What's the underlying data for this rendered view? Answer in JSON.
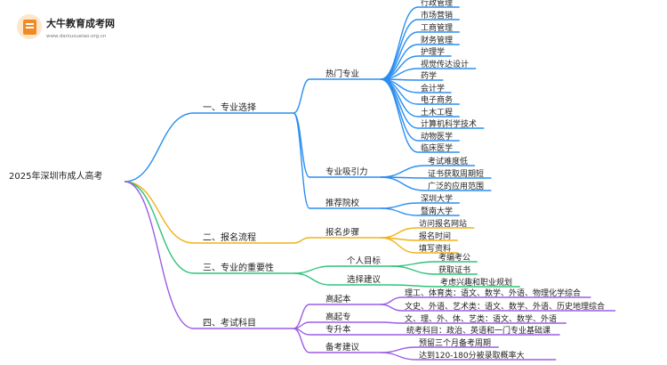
{
  "logo": {
    "title": "大牛教育成考网",
    "url": "www.daniuxueiao.org.cn"
  },
  "root": {
    "label": "2025年深圳市成人高考"
  },
  "colors": {
    "branch1": "#2b8ef0",
    "branch2": "#f0b21a",
    "branch3": "#2fc37a",
    "branch4": "#9b5de5",
    "logo_orange": "#f08a24"
  },
  "branches": [
    {
      "label": "一、专业选择",
      "children": [
        {
          "label": "热门专业",
          "leaves": [
            "行政管理",
            "市场营销",
            "工商管理",
            "财务管理",
            "护理学",
            "视觉传达设计",
            "药学",
            "会计学",
            "电子商务",
            "土木工程",
            "计算机科学技术",
            "动物医学",
            "临床医学"
          ]
        },
        {
          "label": "专业吸引力",
          "leaves": [
            "考试难度低",
            "证书获取周期短",
            "广泛的应用范围"
          ]
        },
        {
          "label": "推荐院校",
          "leaves": [
            "深圳大学",
            "暨南大学"
          ]
        }
      ]
    },
    {
      "label": "二、报名流程",
      "children": [
        {
          "label": "报名步骤",
          "leaves": [
            "访问报名网站",
            "报名时间",
            "填写资料"
          ]
        }
      ]
    },
    {
      "label": "三、专业的重要性",
      "children": [
        {
          "label": "个人目标",
          "leaves": [
            "考编考公",
            "获取证书"
          ]
        },
        {
          "label": "选择建议",
          "leaves": [
            "考虑兴趣和职业规划"
          ]
        }
      ]
    },
    {
      "label": "四、考试科目",
      "children": [
        {
          "label": "高起本",
          "leaves": [
            "理工、体育类：语文、数学、外语、物理化学综合",
            "文史、外语、艺术类：语文、数学、外语、历史地理综合"
          ]
        },
        {
          "label": "高起专",
          "leaves": [
            "文、理、外、体、艺类：语文、数学、外语"
          ]
        },
        {
          "label": "专升本",
          "leaves": [
            "统考科目：政治、英语和一门专业基础课"
          ]
        },
        {
          "label": "备考建议",
          "leaves": [
            "预留三个月备考周期",
            "达到120-180分被录取概率大"
          ]
        }
      ]
    }
  ]
}
